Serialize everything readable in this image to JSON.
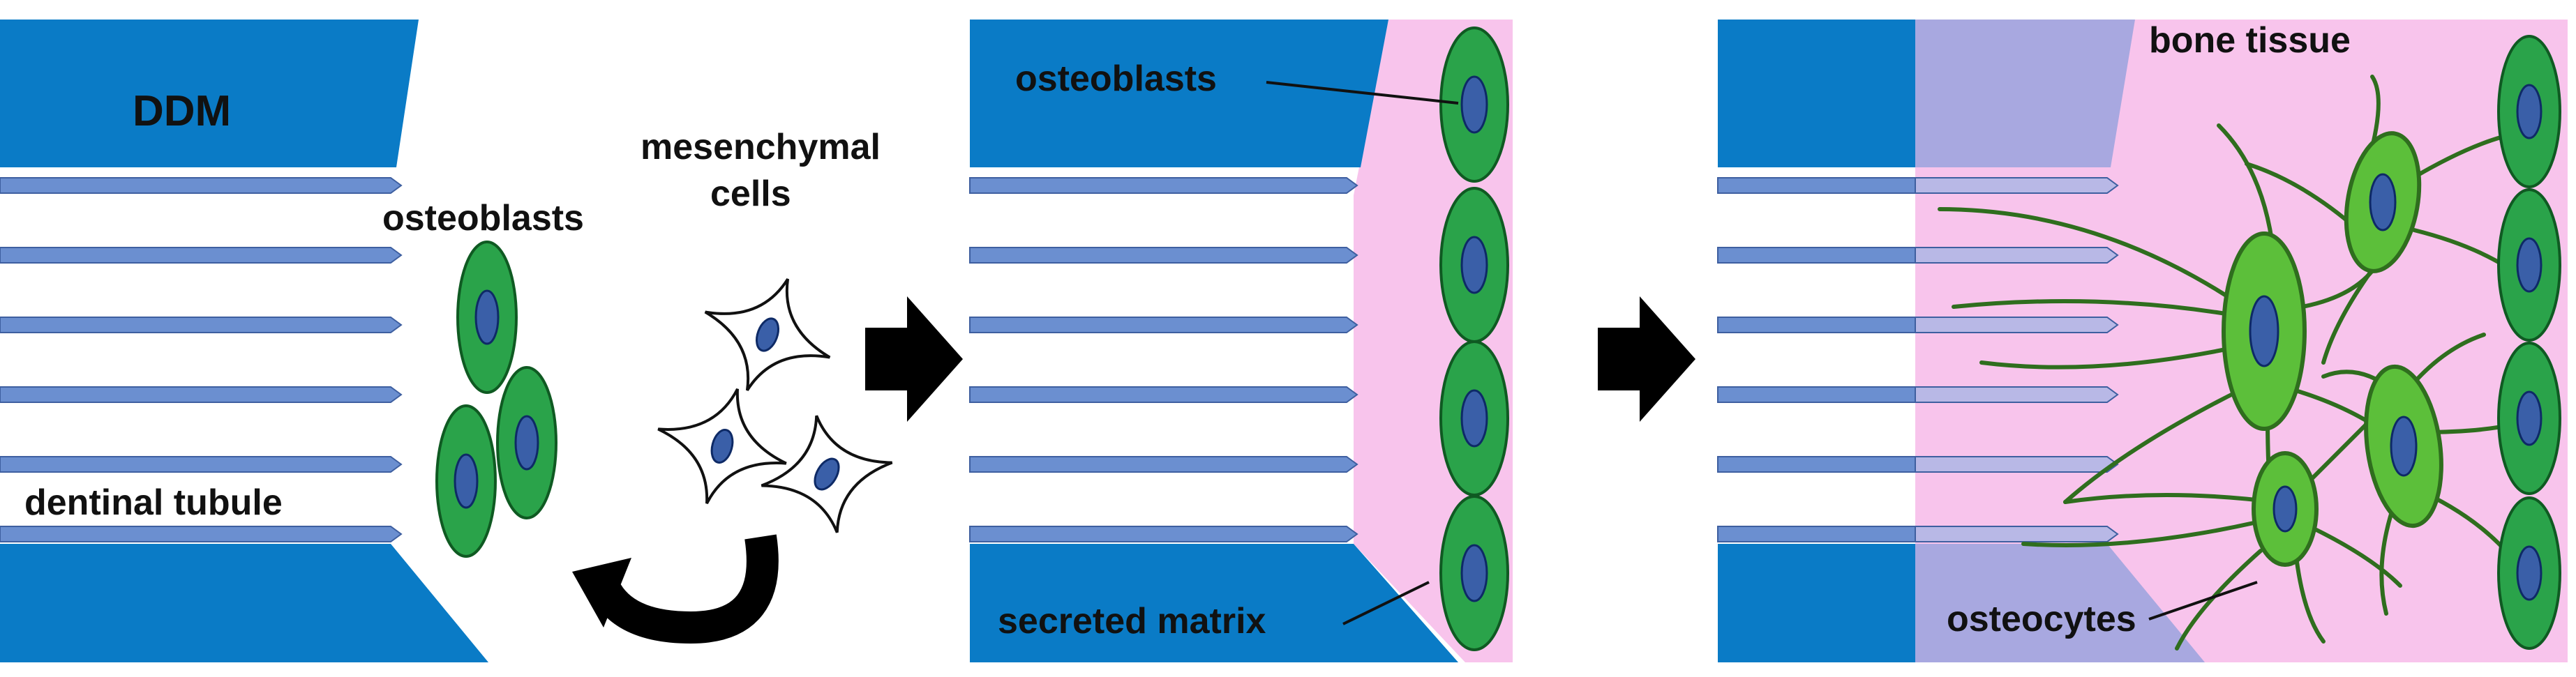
{
  "panels": [
    {
      "id": "panel-1",
      "labels": {
        "ddm": "DDM",
        "dentinal_tubule": "dentinal tubule",
        "osteoblasts": "osteoblasts",
        "mesenchymal_line1": "mesenchymal",
        "mesenchymal_line2": "cells"
      }
    },
    {
      "id": "panel-2",
      "labels": {
        "osteoblasts": "osteoblasts",
        "secreted_matrix": "secreted matrix"
      }
    },
    {
      "id": "panel-3",
      "labels": {
        "bone_tissue": "bone tissue",
        "osteocytes": "osteocytes"
      }
    }
  ],
  "colors": {
    "ddm_blue": "#0a7bc6",
    "tubule_blue": "#6b8fd0",
    "matrix_pink": "#f8c4ec",
    "osteoblast_green": "#2aa34a",
    "nucleus_blue": "#3a5fa8",
    "osteocyte_green": "#5cbf3a",
    "overlay_lavender": "#a8a8e0",
    "arrow_black": "#000000"
  },
  "icons": [
    "right-arrow-icon",
    "curved-arrow-icon"
  ]
}
